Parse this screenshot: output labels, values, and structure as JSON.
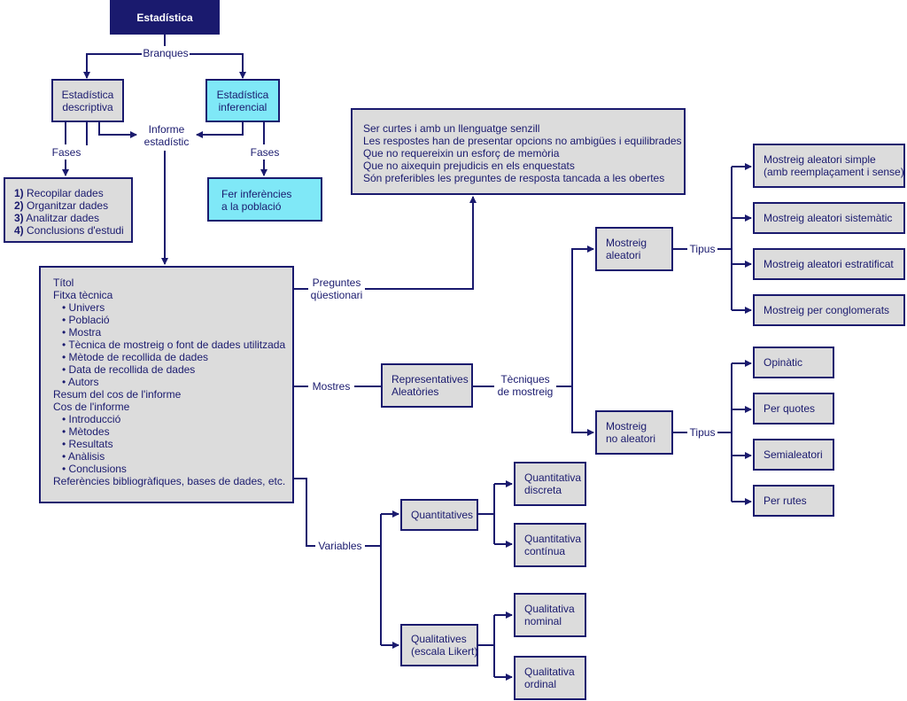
{
  "colors": {
    "navy": "#1a1a6e",
    "box_fill": "#dcdcdc",
    "highlight": "#7fe8f7"
  },
  "root": "Estadística",
  "branques": "Branques",
  "descriptiva": [
    "Estadística",
    "descriptiva"
  ],
  "inferencial": [
    "Estadística",
    "inferencial"
  ],
  "fases_left": "Fases",
  "fases_right": "Fases",
  "informe": [
    "Informe",
    "estadístic"
  ],
  "fases_steps": [
    {
      "num": "1)",
      "text": "Recopilar dades"
    },
    {
      "num": "2)",
      "text": "Organitzar dades"
    },
    {
      "num": "3)",
      "text": "Analitzar dades"
    },
    {
      "num": "4)",
      "text": "Conclusions d'estudi"
    }
  ],
  "inferencies": [
    "Fer inferències",
    "a la població"
  ],
  "informe_contents": {
    "titol": "Títol",
    "fitxa": "Fitxa tècnica",
    "fitxa_items": [
      "Univers",
      "Població",
      "Mostra",
      "Tècnica de mostreig o font de dades utilitzada",
      "Mètode de recollida de dades",
      "Data de recollida de dades",
      "Autors"
    ],
    "resum": "Resum del cos de l'informe",
    "cos": "Cos de l'informe",
    "cos_items": [
      "Introducció",
      "Mètodes",
      "Resultats",
      "Anàlisis",
      "Conclusions"
    ],
    "refs": "Referències bibliogràfiques, bases de dades, etc."
  },
  "preguntes_label": [
    "Preguntes",
    "qüestionari"
  ],
  "preguntes_box": [
    "Ser curtes i amb un llenguatge senzill",
    "Les respostes han de presentar opcions no ambigües i equilibrades",
    "Que no requereixin un esforç de memòria",
    "Que no aixequin prejudicis en els enquestats",
    "Són preferibles les preguntes de resposta tancada a les obertes"
  ],
  "mostres_label": "Mostres",
  "representatives": [
    "Representatives",
    "Aleatòries"
  ],
  "tecniques": [
    "Tècniques",
    "de mostreig"
  ],
  "mostreig_aleatori": [
    "Mostreig",
    "aleatori"
  ],
  "mostreig_no_aleatori": [
    "Mostreig",
    "no aleatori"
  ],
  "tipus_top": "Tipus",
  "tipus_bottom": "Tipus",
  "aleatori_types": [
    [
      "Mostreig aleatori simple",
      "(amb reemplaçament i sense)"
    ],
    [
      "Mostreig aleatori sistemàtic"
    ],
    [
      "Mostreig aleatori estratificat"
    ],
    [
      "Mostreig per conglomerats"
    ]
  ],
  "no_aleatori_types": [
    "Opinàtic",
    "Per quotes",
    "Semialeatori",
    "Per rutes"
  ],
  "variables_label": "Variables",
  "quantitatives": "Quantitatives",
  "qualitatives": [
    "Qualitatives",
    "(escala Likert)"
  ],
  "quant_types": [
    [
      "Quantitativa",
      "discreta"
    ],
    [
      "Quantitativa",
      "contínua"
    ]
  ],
  "qual_types": [
    [
      "Qualitativa",
      "nominal"
    ],
    [
      "Qualitativa",
      "ordinal"
    ]
  ]
}
